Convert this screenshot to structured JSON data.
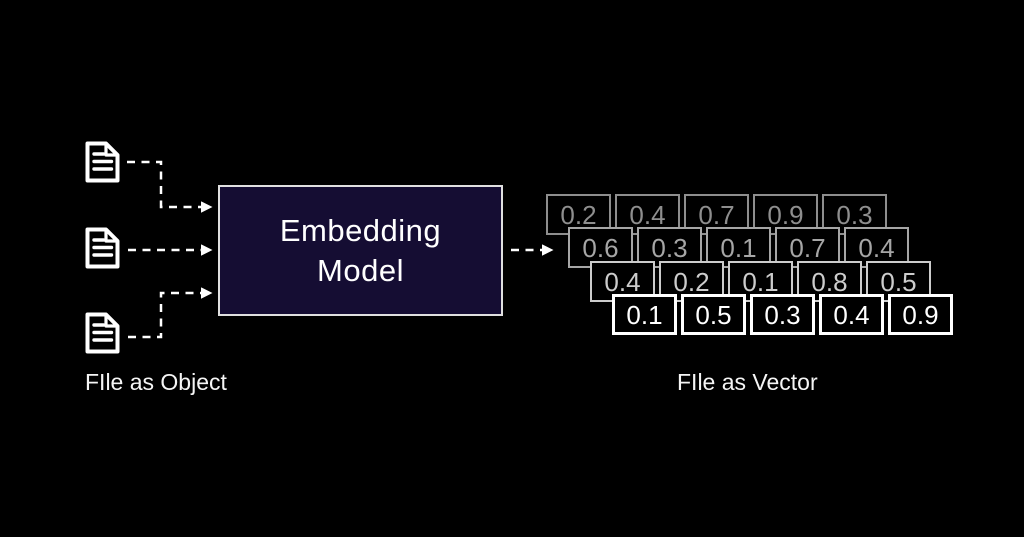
{
  "diagram": {
    "background": "#000000",
    "arrow_color": "#ffffff",
    "files": {
      "label": "FIle as Object",
      "icon": "document-icon",
      "count": 3
    },
    "embedding_box": {
      "label_line1": "Embedding",
      "label_line2": "Model",
      "fill": "#150d33",
      "border_color": "#e0e0e0",
      "text_color": "#ffffff"
    },
    "vector": {
      "label": "FIle as Vector",
      "rows": [
        {
          "color": "#8e8e8e",
          "values": [
            "0.2",
            "0.4",
            "0.7",
            "0.9",
            "0.3"
          ]
        },
        {
          "color": "#a6a6a6",
          "values": [
            "0.6",
            "0.3",
            "0.1",
            "0.7",
            "0.4"
          ]
        },
        {
          "color": "#cccccc",
          "values": [
            "0.4",
            "0.2",
            "0.1",
            "0.8",
            "0.5"
          ]
        },
        {
          "color": "#ffffff",
          "values": [
            "0.1",
            "0.5",
            "0.3",
            "0.4",
            "0.9"
          ]
        }
      ],
      "grid_layout": {
        "row_lefts": [
          546,
          568,
          590,
          612
        ],
        "row_tops": [
          194,
          227,
          261,
          294
        ],
        "cell_pitch": 69
      }
    }
  }
}
